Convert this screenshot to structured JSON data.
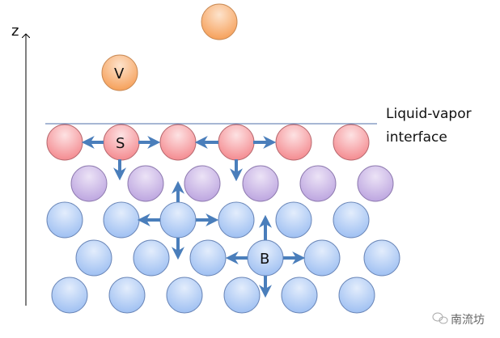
{
  "axis": {
    "label": "z"
  },
  "interface": {
    "line1": "Liquid-vapor",
    "line2": "interface"
  },
  "particles": {
    "vapor_label": "V",
    "surface_label": "S",
    "bulk_label": "B"
  },
  "watermark": {
    "text": "南流坊",
    "icon": "wechat-icon"
  },
  "colors": {
    "surface": "#f4a0a4",
    "subsurface": "#c9b6e6",
    "bulk": "#b7cff5",
    "vapor": "#f8b77a",
    "arrow": "#4a7ebb"
  }
}
